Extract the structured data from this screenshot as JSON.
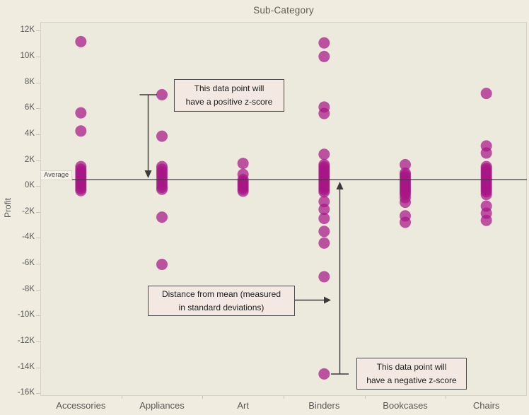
{
  "colors": {
    "background": "#f0ecdf",
    "plot_background": "#eceadd",
    "plot_border": "#d6d2c4",
    "mark": "#a71686",
    "mark_opacity": 0.72,
    "reference_line": "#3f3f3f",
    "annotation_background": "#f3e9e2",
    "annotation_border": "#4a4a4a",
    "arrow": "#3a3a3a",
    "text_gray": "#575757"
  },
  "chart_data": {
    "type": "scatter",
    "subtype": "strip-plot",
    "title": "Sub-Category",
    "xlabel": "",
    "ylabel": "Profit",
    "grid": "off",
    "legend": "none",
    "categories": [
      "Accessories",
      "Appliances",
      "Art",
      "Binders",
      "Bookcases",
      "Chairs"
    ],
    "y_tick_labels": [
      "12K",
      "10K",
      "8K",
      "6K",
      "4K",
      "2K",
      "0K",
      "-2K",
      "-4K",
      "-6K",
      "-8K",
      "-10K",
      "-12K",
      "-14K",
      "-16K"
    ],
    "y_tick_values_k": [
      12,
      10,
      8,
      6,
      4,
      2,
      0,
      -2,
      -4,
      -6,
      -8,
      -10,
      -12,
      -14,
      -16
    ],
    "ylim_k": [
      -16.2,
      12.67
    ],
    "average_line": {
      "label": "Average",
      "value_k": 0.5
    },
    "series": [
      {
        "name": "Accessories",
        "values_k": [
          11.15,
          5.65,
          4.25,
          1.5,
          1.3,
          1.15,
          1.0,
          0.85,
          0.7,
          0.55,
          0.4,
          0.25,
          0.1,
          -0.05,
          -0.2,
          -0.35
        ]
      },
      {
        "name": "Appliances",
        "values_k": [
          7.05,
          3.85,
          1.5,
          1.3,
          1.1,
          0.9,
          0.7,
          0.5,
          0.3,
          0.1,
          -0.1,
          -0.25,
          -2.4,
          -6.05
        ]
      },
      {
        "name": "Art",
        "values_k": [
          1.75,
          0.9,
          0.5,
          0.35,
          0.2,
          0.05,
          -0.1,
          -0.25,
          -0.4
        ]
      },
      {
        "name": "Binders",
        "values_k": [
          11.05,
          10.0,
          6.1,
          5.6,
          2.45,
          1.65,
          1.5,
          1.35,
          1.2,
          1.05,
          0.9,
          0.75,
          0.6,
          0.45,
          0.3,
          0.15,
          0.0,
          -0.15,
          -0.3,
          -0.45,
          -1.2,
          -1.8,
          -2.5,
          -3.5,
          -4.4,
          -7.0,
          -14.5
        ]
      },
      {
        "name": "Bookcases",
        "values_k": [
          1.65,
          1.0,
          0.85,
          0.7,
          0.55,
          0.4,
          0.25,
          0.1,
          -0.05,
          -0.2,
          -0.35,
          -0.5,
          -0.65,
          -0.9,
          -1.25,
          -2.3,
          -2.8
        ]
      },
      {
        "name": "Chairs",
        "values_k": [
          7.15,
          3.1,
          2.55,
          1.5,
          1.35,
          1.2,
          1.05,
          0.9,
          0.75,
          0.6,
          0.45,
          0.3,
          0.15,
          0.0,
          -0.15,
          -0.3,
          -0.45,
          -0.65,
          -1.55,
          -2.1,
          -2.65
        ]
      }
    ],
    "annotations": {
      "positive": {
        "line1": "This data point will",
        "line2": "have a positive z-score"
      },
      "distance": {
        "line1": "Distance from mean (measured",
        "line2": "in standard deviations)"
      },
      "negative": {
        "line1": "This data point will",
        "line2": "have a negative z-score"
      }
    }
  }
}
